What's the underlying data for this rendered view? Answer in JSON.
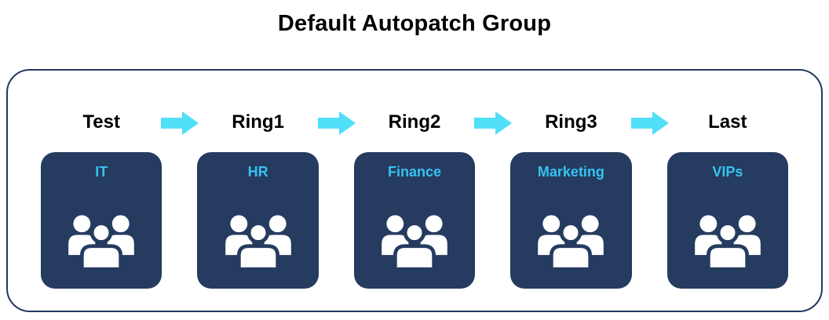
{
  "title": "Default Autopatch Group",
  "colors": {
    "card_bg": "#253B5F",
    "card_label": "#36C2F0",
    "arrow": "#52DFF8",
    "panel_border": "#22395F",
    "title_color": "#000000"
  },
  "stages": [
    {
      "ring": "Test",
      "group": "IT"
    },
    {
      "ring": "Ring1",
      "group": "HR"
    },
    {
      "ring": "Ring2",
      "group": "Finance"
    },
    {
      "ring": "Ring3",
      "group": "Marketing"
    },
    {
      "ring": "Last",
      "group": "VIPs"
    }
  ],
  "icons": {
    "between_rings": "right-arrow-icon",
    "in_cards": "people-group-icon"
  }
}
